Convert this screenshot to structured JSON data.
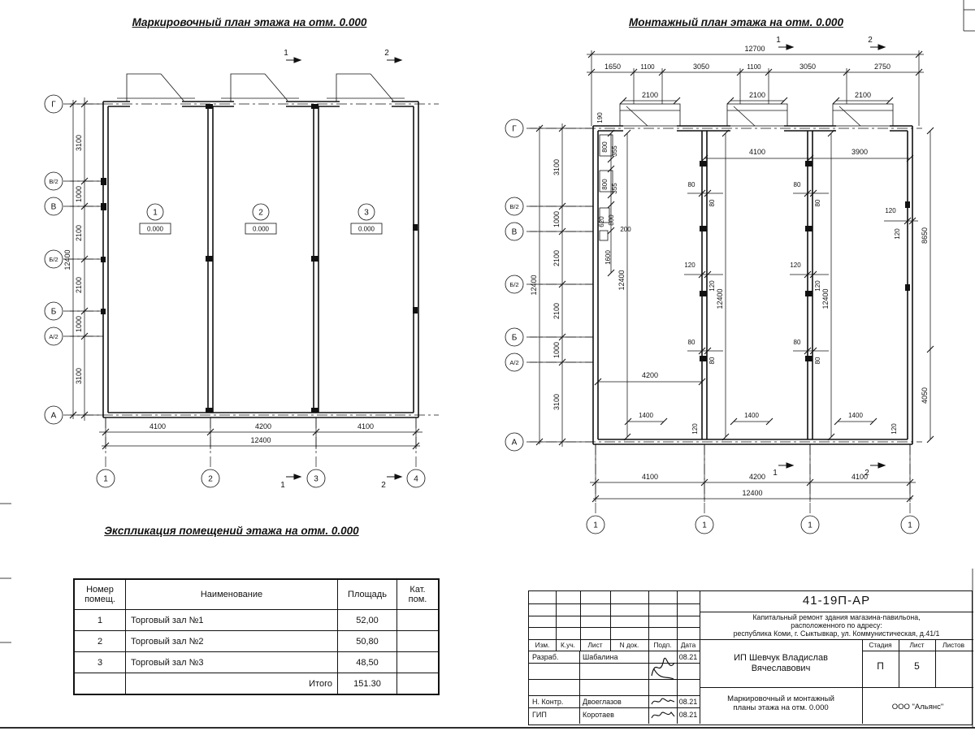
{
  "titles": {
    "left_plan": "Маркировочный план этажа на отм. 0.000",
    "right_plan": "Монтажный план этажа на отм. 0.000",
    "table": "Экспликация помещений этажа на отм. 0.000"
  },
  "left_plan": {
    "axes": [
      "Г",
      "В/2",
      "В",
      "Б/2",
      "Б",
      "А/2",
      "А"
    ],
    "cols": [
      "1",
      "2",
      "3",
      "4"
    ],
    "dims": [
      "3100",
      "1000",
      "2100",
      "2100",
      "1000",
      "3100"
    ],
    "total": "12400",
    "bdims": [
      "4100",
      "4200",
      "4100"
    ],
    "btotal": "12400",
    "rooms": [
      "1",
      "2",
      "3"
    ],
    "elev": "0.000",
    "sec1": "1",
    "sec2": "2"
  },
  "right_plan": {
    "axes": [
      "Г",
      "В/2",
      "В",
      "Б/2",
      "Б",
      "А/2",
      "А"
    ],
    "top_total": "12700",
    "top_dims": [
      "1650",
      "1100",
      "3050",
      "1100",
      "3050",
      "2750"
    ],
    "door_dim": "2100",
    "inner_top": [
      "4100",
      "3900"
    ],
    "d190": "190",
    "cluster": [
      "800",
      "355",
      "800",
      "355",
      "620",
      "800",
      "200",
      "1600"
    ],
    "v12400": "12400",
    "left_dims": [
      "3100",
      "1000",
      "2100",
      "2100",
      "1000",
      "3100"
    ],
    "left_total": "12400",
    "d80": "80",
    "d120": "120",
    "d1400": "1400",
    "d4200": "4200",
    "d8650": "8650",
    "d4050": "4050",
    "bdims": [
      "4100",
      "4200",
      "4100"
    ],
    "btotal": "12400",
    "bottom_axes": [
      "1",
      "1",
      "1",
      "1"
    ],
    "sec1": "1",
    "sec2": "2"
  },
  "table": {
    "headers": [
      "Номер\nпомещ.",
      "Наименование",
      "Площадь",
      "Кат.\nпом."
    ],
    "rows": [
      [
        "1",
        "Торговый зал №1",
        "52,00",
        ""
      ],
      [
        "2",
        "Торговый зал №2",
        "50,80",
        ""
      ],
      [
        "3",
        "Торговый зал №3",
        "48,50",
        ""
      ]
    ],
    "total_label": "Итого",
    "total_value": "151.30"
  },
  "titleblock": {
    "doc": "41-19П-АР",
    "project": "Капитальный ремонт здания магазина-павильона,\nрасположенного по адресу:\nреспублика Коми, г. Сыктывкар, ул. Коммунистическая, д.41/1",
    "cols": [
      "Изм.",
      "К.уч.",
      "Лист",
      "N док.",
      "Подп.",
      "Дата"
    ],
    "razrab_label": "Разраб.",
    "razrab_name": "Шабалина",
    "nkontr_label": "Н. Контр.",
    "nkontr_name": "Двоеглазов",
    "gip_label": "ГИП",
    "gip_name": "Коротаев",
    "date": "08.21",
    "client": "ИП Шевчук Владислав\nВячеславович",
    "stage_label": "Стадия",
    "sheet_label": "Лист",
    "sheets_label": "Листов",
    "stage": "П",
    "sheet": "5",
    "sheet_title": "Маркировочный и монтажный\nпланы этажа на отм. 0.000",
    "company": "ООО \"Альянс\""
  }
}
